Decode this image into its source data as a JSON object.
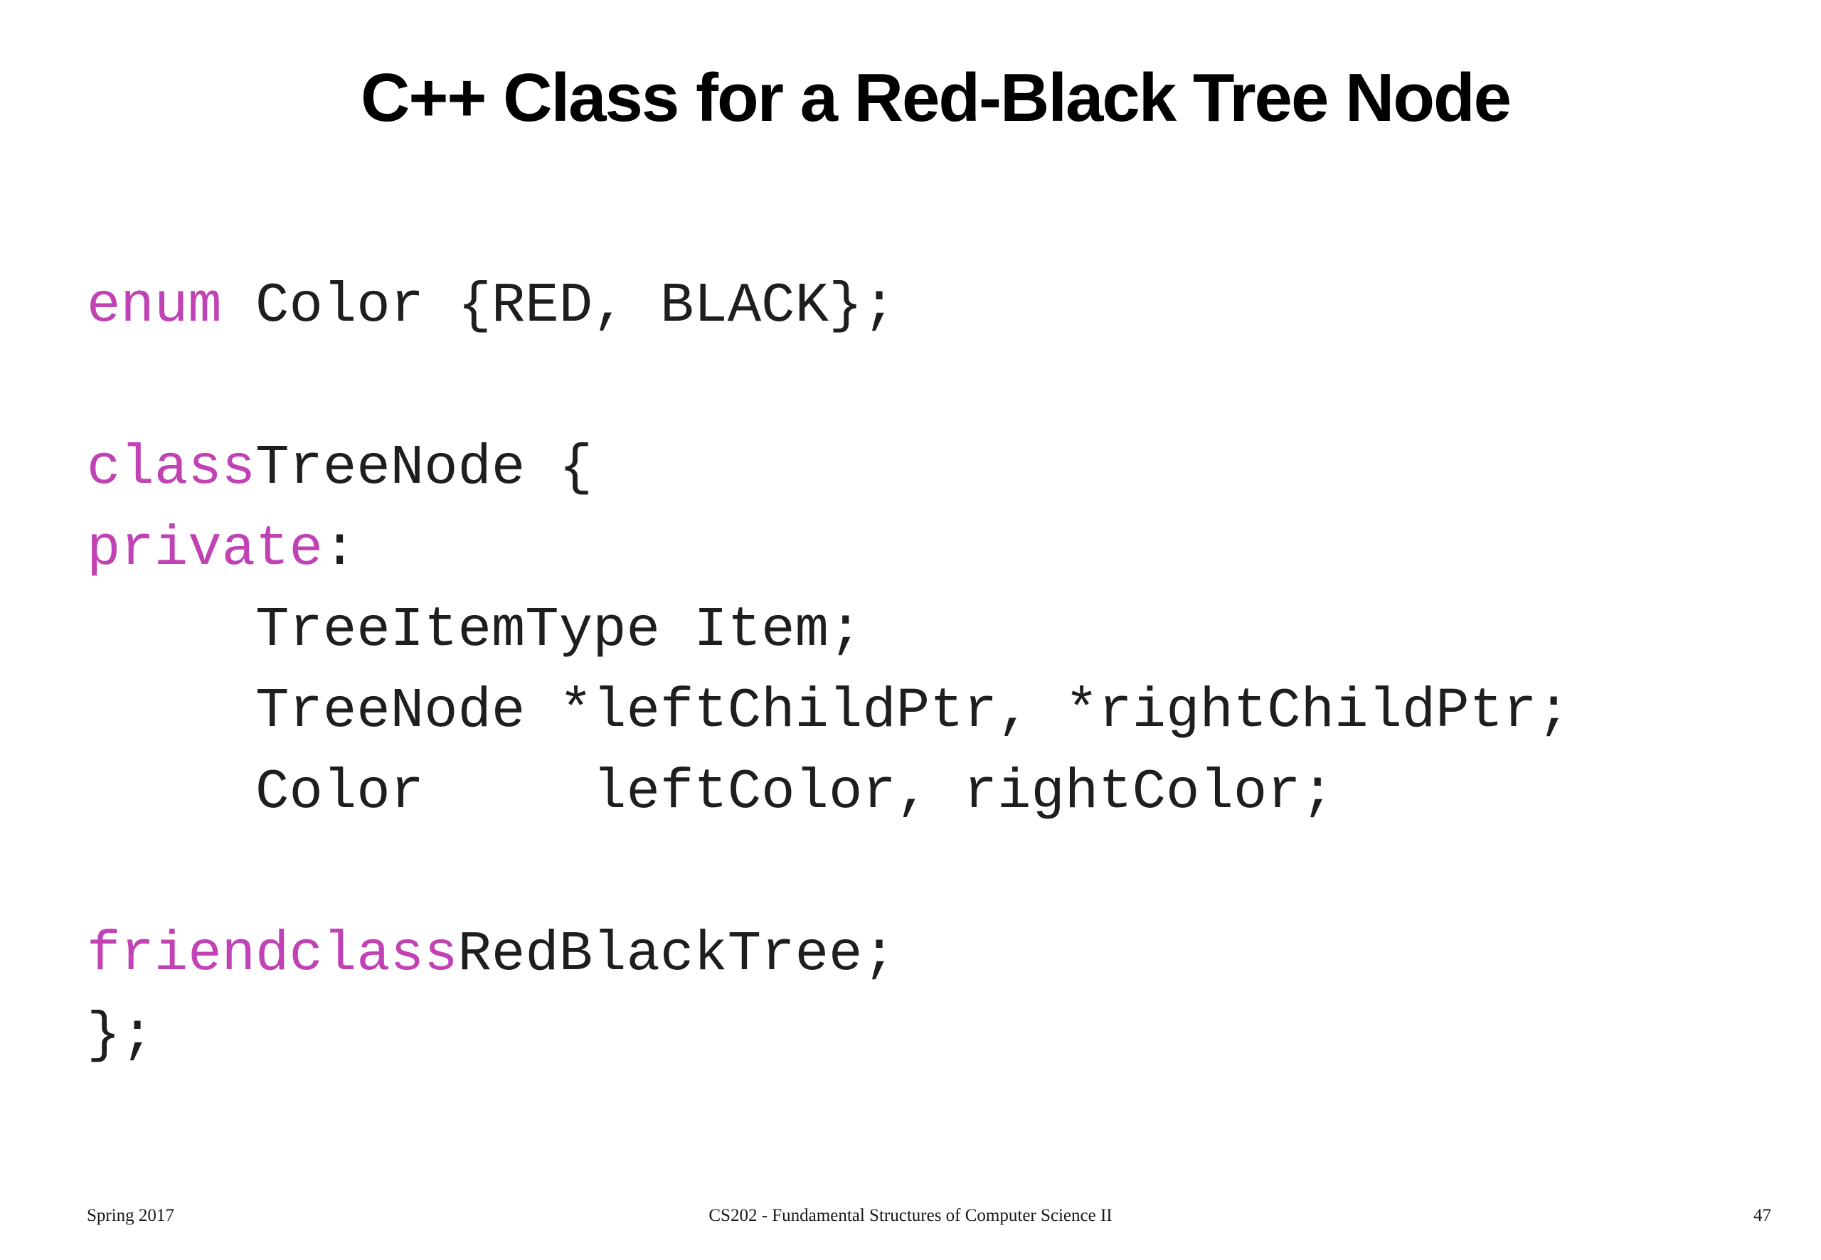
{
  "slide": {
    "title": "C++ Class for a Red-Black Tree Node",
    "code": {
      "enum_kw": "enum",
      "enum_rest": " Color {RED, BLACK};",
      "class_kw": "class",
      "class_rest": "TreeNode {",
      "private_kw": "private",
      "private_rest": ":",
      "member1": "     TreeItemType Item;",
      "member2": "     TreeNode *leftChildPtr, *rightChildPtr;",
      "member3": "     Color     leftColor, rightColor;",
      "friend_kw": "friendclass",
      "friend_rest": "RedBlackTree;",
      "closing": "};"
    },
    "footer": {
      "left": "Spring 2017",
      "center": "CS202 - Fundamental Structures of Computer Science II",
      "right": "47"
    },
    "colors": {
      "keyword": "#c142b4",
      "text": "#1e1e1e",
      "background": "#ffffff"
    }
  }
}
